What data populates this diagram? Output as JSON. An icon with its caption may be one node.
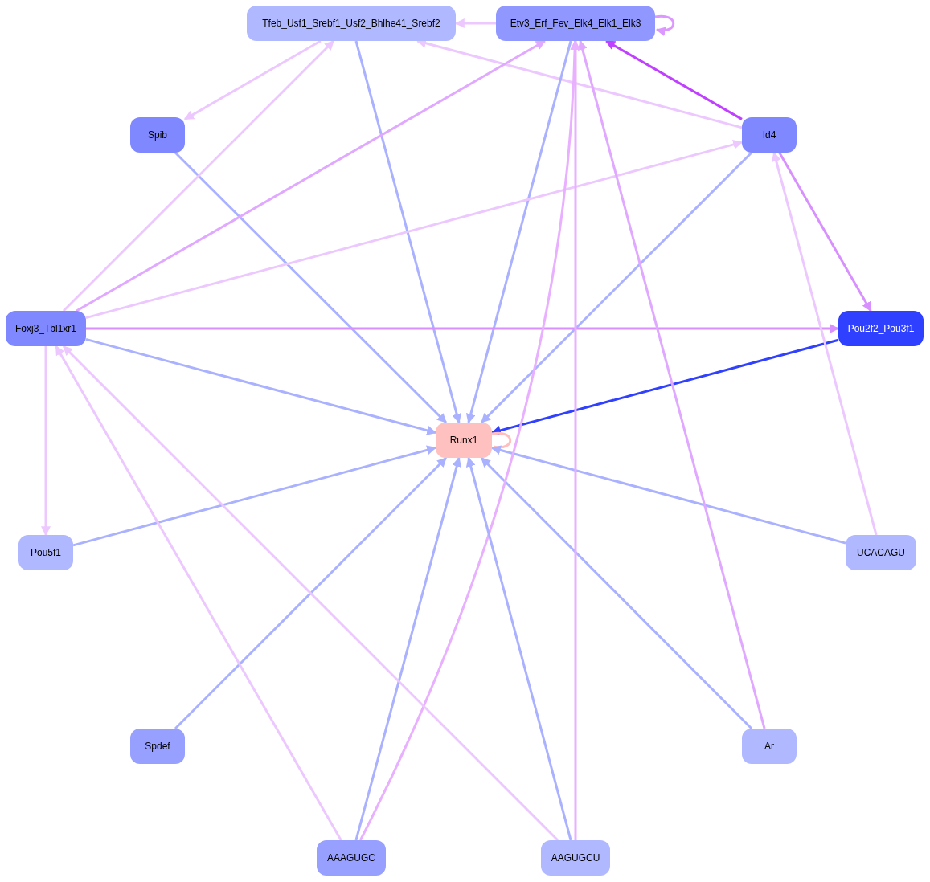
{
  "diagram": {
    "nodes": [
      {
        "text": [
          "Tfeb_Usf1_Srebf1_Usf2_Bhlhe41_Srebf2"
        ]
      },
      {
        "text": [
          "Etv3_Erf_Fev_Elk4_Elk1_Elk3"
        ]
      },
      {
        "text": [
          "Spib"
        ]
      },
      {
        "text": [
          "Id4"
        ]
      },
      {
        "text": [
          "Foxj3_Tbl1xr1"
        ]
      },
      {
        "text": [
          "Pou2f2_Pou3f1"
        ]
      },
      {
        "text": [
          "Runx1"
        ]
      },
      {
        "text": [
          "Pou5f1"
        ]
      },
      {
        "text": [
          "UCACAGU"
        ]
      },
      {
        "text": [
          "Spdef"
        ]
      },
      {
        "text": [
          "Ar"
        ]
      },
      {
        "text": [
          "AAAGUGC"
        ]
      },
      {
        "text": [
          "AAGUGCU"
        ]
      }
    ],
    "edges": [
      {
        "from": 1,
        "to": 0,
        "arrow": "to",
        "color": "#ecc8ff"
      },
      {
        "from": 1,
        "to": 1,
        "arrow": "to",
        "color": "#dc98ff"
      },
      {
        "from": 0,
        "to": 2,
        "arrow": "to",
        "color": "#ecc8ff"
      },
      {
        "from": 0,
        "to": 6,
        "arrow": "to"
      },
      {
        "from": 3,
        "to": 0,
        "arrow": "to",
        "color": "#ecc8ff"
      },
      {
        "from": 3,
        "to": 1,
        "arrow": "to",
        "color": "#c040ff"
      },
      {
        "from": 3,
        "to": 6,
        "arrow": "to"
      },
      {
        "from": 3,
        "to": 5,
        "arrow": "to",
        "color": "#d890ff"
      },
      {
        "from": 1,
        "to": 6,
        "arrow": "to"
      },
      {
        "from": 2,
        "to": 6,
        "arrow": "to"
      },
      {
        "from": 4,
        "to": 0,
        "arrow": "to",
        "color": "#ecc8ff"
      },
      {
        "from": 4,
        "to": 1,
        "arrow": "to",
        "color": "#e0a8ff"
      },
      {
        "from": 4,
        "to": 3,
        "arrow": "to",
        "color": "#ecc8ff"
      },
      {
        "from": 4,
        "to": 5,
        "arrow": "to",
        "color": "#d890ff"
      },
      {
        "from": 4,
        "to": 6,
        "arrow": "to"
      },
      {
        "from": 4,
        "to": 7,
        "arrow": "to",
        "color": "#ecc8ff"
      },
      {
        "from": 5,
        "to": 6,
        "arrow": "to",
        "color": "#3040ff"
      },
      {
        "from": 6,
        "to": 6,
        "arrow": "none",
        "color": "#ffbfbf"
      },
      {
        "from": 7,
        "to": 6,
        "arrow": "to"
      },
      {
        "from": 8,
        "to": 6,
        "arrow": "to"
      },
      {
        "from": 8,
        "to": 3,
        "arrow": "to",
        "color": "#ecc8ff"
      },
      {
        "from": 9,
        "to": 6,
        "arrow": "to"
      },
      {
        "from": 10,
        "to": 6,
        "arrow": "to"
      },
      {
        "from": 10,
        "to": 1,
        "arrow": "to",
        "color": "#e0a8ff"
      },
      {
        "from": 11,
        "to": 4,
        "arrow": "to",
        "color": "#ecc8ff"
      },
      {
        "from": 11,
        "to": 6,
        "arrow": "to"
      },
      {
        "from": 11,
        "to": 1,
        "arrow": "to",
        "color": "#e8b0ff"
      },
      {
        "from": 12,
        "to": 4,
        "arrow": "to",
        "color": "#ecc8ff"
      },
      {
        "from": 12,
        "to": 6,
        "arrow": "to"
      },
      {
        "from": 12,
        "to": 1,
        "arrow": "to",
        "color": "#e8b0ff"
      }
    ]
  }
}
